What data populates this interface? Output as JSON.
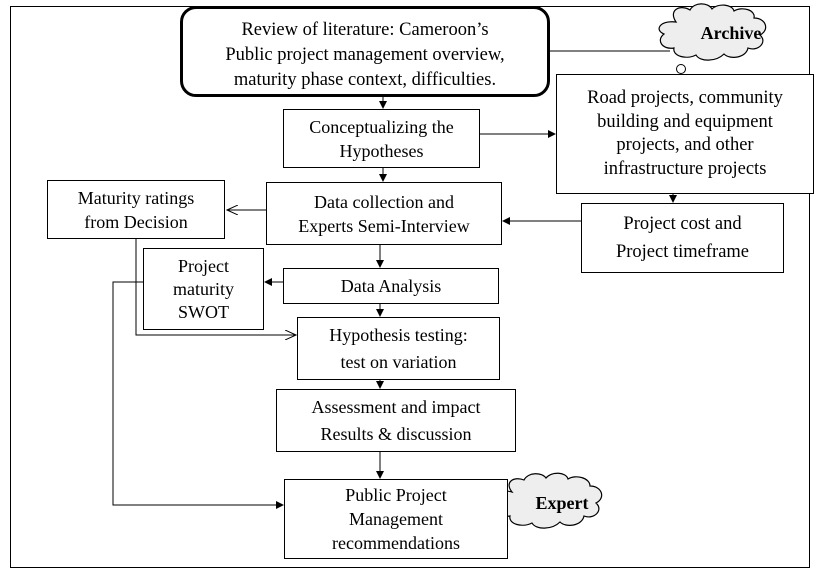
{
  "boxes": {
    "review": "Review of literature: Cameroon’s\nPublic project management overview,\nmaturity phase context, difficulties.",
    "road": "Road projects, community\nbuilding and equipment\nprojects, and other\ninfrastructure projects",
    "concept": "Conceptualizing the\nHypotheses",
    "maturity_ratings": "Maturity ratings\nfrom Decision",
    "data_collection": "Data collection and\nExperts Semi-Interview",
    "cost": "Project cost and\nProject timeframe",
    "swot": "Project\nmaturity\nSWOT",
    "analysis": "Data Analysis",
    "hypothesis": "Hypothesis testing:\ntest on variation",
    "assessment": "Assessment and impact\nResults & discussion",
    "public": "Public Project\nManagement\nrecommendations"
  },
  "clouds": {
    "archive": "Archive",
    "expert": "Expert"
  }
}
